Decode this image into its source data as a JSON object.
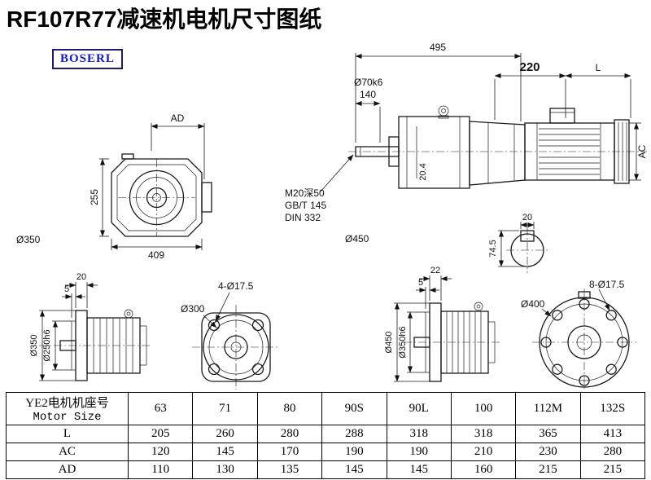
{
  "page": {
    "title": "RF107R77减速机电机尺寸图纸",
    "logo_text": "BOSERL"
  },
  "dims": {
    "fv": {
      "ad": "AD",
      "h": "255",
      "w": "409",
      "flange": "Ø350"
    },
    "sv": {
      "total": "495",
      "shaft_len": "140",
      "shaft_dia": "Ø70k6",
      "adapter": "220",
      "motor_len": "L",
      "ac": "AC",
      "step": "20.4",
      "note1": "M20深50",
      "note2": "GB/T 145",
      "note3": "DIN 332",
      "flange": "Ø450",
      "key_w": "20",
      "key_h": "74.5"
    },
    "f250": {
      "t": "20",
      "s": "5",
      "od": "Ø350",
      "spigot": "Ø250h6"
    },
    "f300": {
      "holes": "4-Ø17.5",
      "od": "Ø300"
    },
    "f350": {
      "t": "22",
      "s": "5",
      "od": "Ø450",
      "spigot": "Ø350h6"
    },
    "f400": {
      "holes": "8-Ø17.5",
      "od": "Ø400"
    }
  },
  "table": {
    "header_line1": "YE2电机机座号",
    "header_line2": "Motor Size",
    "sizes": [
      "63",
      "71",
      "80",
      "90S",
      "90L",
      "100",
      "112M",
      "132S"
    ],
    "rows": [
      {
        "label": "L",
        "values": [
          "205",
          "260",
          "280",
          "288",
          "318",
          "318",
          "365",
          "413"
        ]
      },
      {
        "label": "AC",
        "values": [
          "120",
          "145",
          "170",
          "190",
          "190",
          "210",
          "230",
          "280"
        ]
      },
      {
        "label": "AD",
        "values": [
          "110",
          "130",
          "135",
          "145",
          "145",
          "160",
          "215",
          "215"
        ]
      }
    ]
  }
}
